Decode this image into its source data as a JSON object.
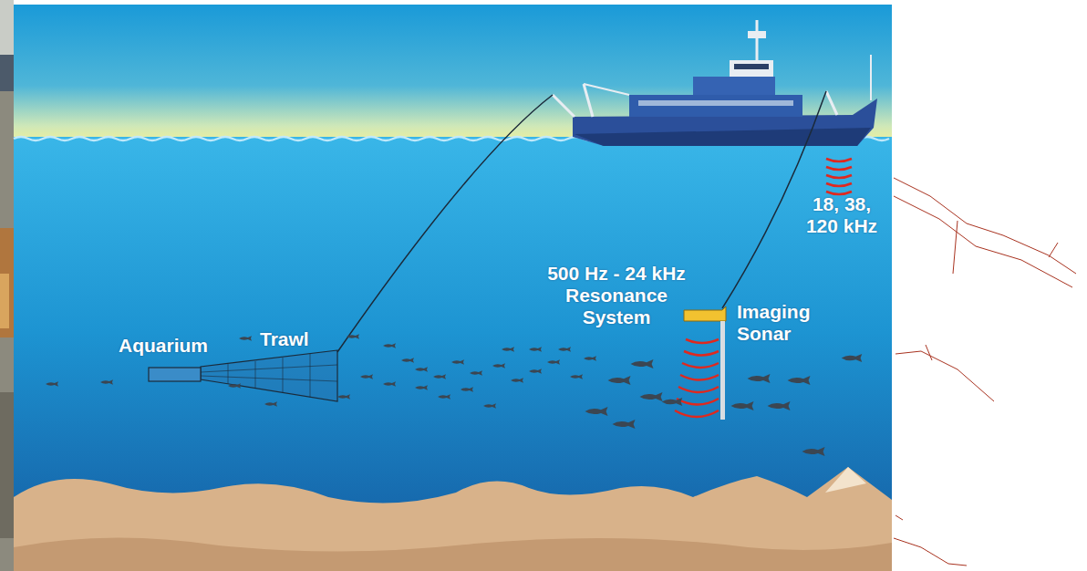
{
  "diagram": {
    "labels": [
      "18, 38, 120 kHz",
      "500 Hz - 24 kHz Resonance System",
      "Imaging Sonar",
      "Aquarium",
      "Trawl"
    ]
  }
}
